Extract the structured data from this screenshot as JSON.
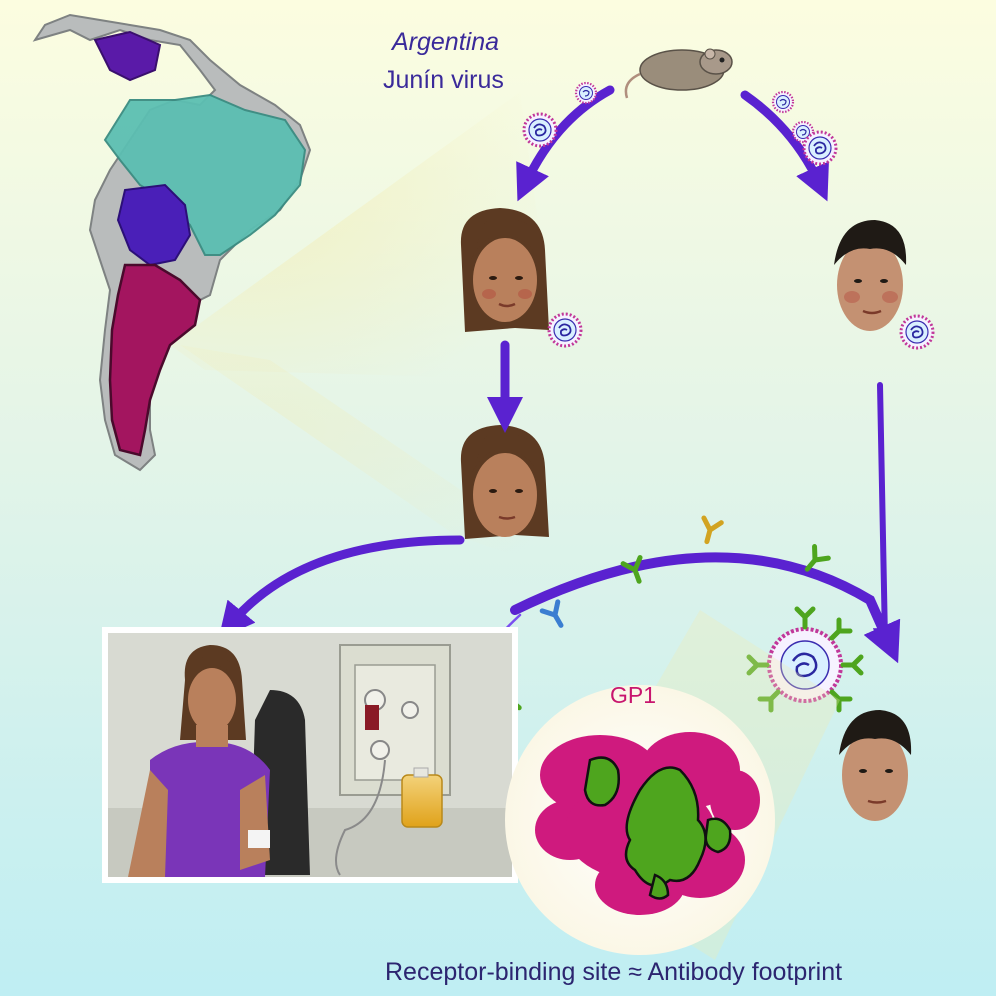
{
  "header": {
    "country": "Argentina",
    "virus": "Junín virus"
  },
  "structure": {
    "protein_label": "GP1"
  },
  "footer": {
    "caption": "Receptor-binding site ≈ Antibody footprint"
  },
  "colors": {
    "arrow": "#5a22d0",
    "map_argentina": "#a3155f",
    "map_brazil": "#5cbfb2",
    "map_bolivia": "#4a1fb8",
    "map_venezuela": "#5a1aa8",
    "map_other": "#b9bcbc",
    "protein_surface": "#cf1a7e",
    "antibody_footprint": "#4ea51e",
    "plasma_bag": "#e8b526",
    "shirt": "#7a35b8"
  },
  "icons": [
    "mouse-icon",
    "virus-icon",
    "antibody-icon",
    "plasma-bag-icon",
    "female-patient-face-icon",
    "male-patient-face-icon",
    "south-america-map-icon"
  ]
}
